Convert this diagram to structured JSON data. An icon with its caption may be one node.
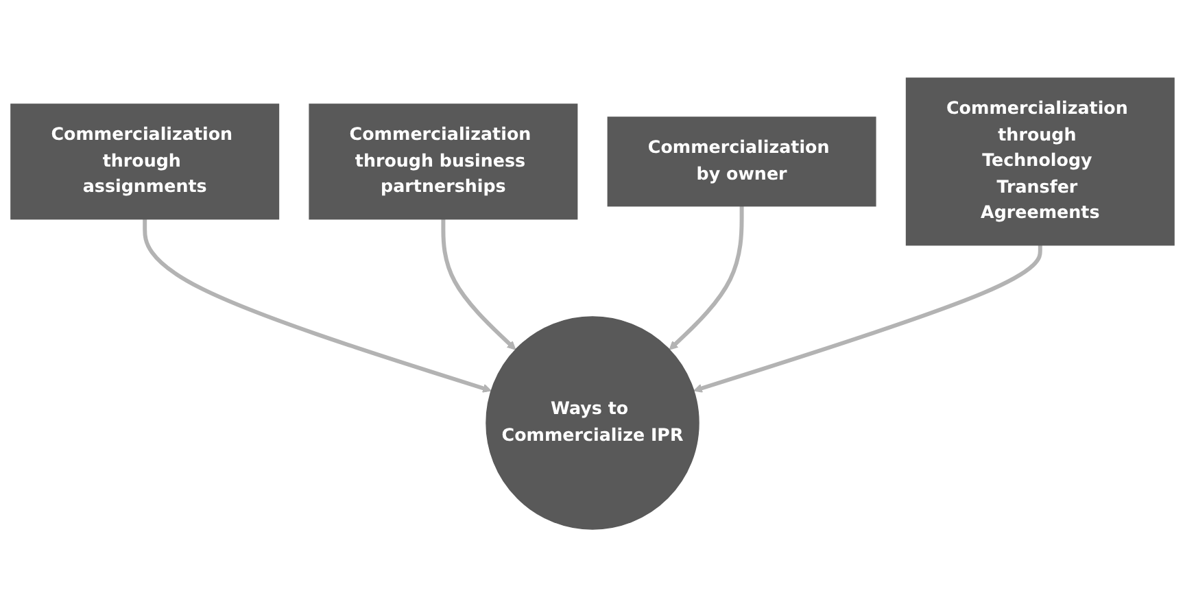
{
  "diagram": {
    "nodes": [
      {
        "text": [
          "Commercialization through assignments"
        ]
      },
      {
        "text": [
          "Commercialization through business partnerships"
        ]
      },
      {
        "text": [
          "Commercialization by owner"
        ]
      },
      {
        "text": [
          "Ways to Commercialize IPR"
        ]
      },
      {
        "text": [
          "Commercialization through Technology Transfer Agreements"
        ]
      }
    ],
    "edges": [
      {
        "from": 0,
        "to": 3,
        "arrow": "to"
      },
      {
        "from": 1,
        "to": 3,
        "arrow": "to"
      },
      {
        "from": 2,
        "to": 3,
        "arrow": "to"
      },
      {
        "from": 4,
        "to": 3,
        "arrow": "to"
      }
    ]
  }
}
